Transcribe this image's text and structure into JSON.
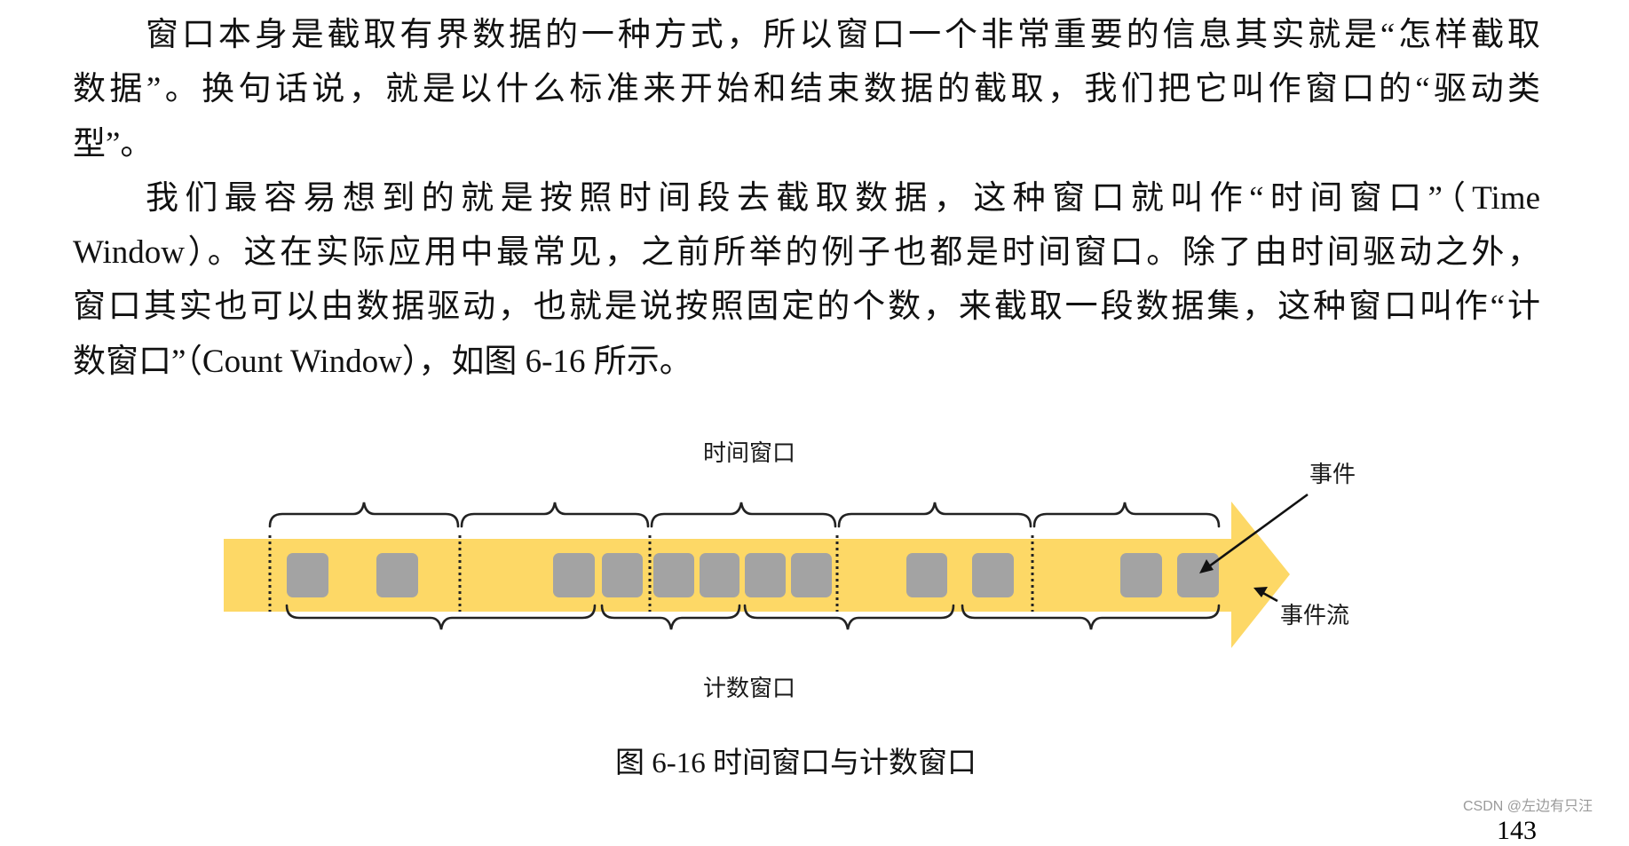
{
  "paragraphs": [
    {
      "lines": [
        "窗口本身是截取有界数据的一种方式，所以窗口一个非常重要的信息其实就是“怎样截取",
        "数据”。换句话说，就是以什么标准来开始和结束数据的截取，我们把它叫作窗口的“驱动类",
        "型”。"
      ]
    },
    {
      "lines": [
        "我们最容易想到的就是按照时间段去截取数据，这种窗口就叫作“时间窗口”（Time",
        "Window）。这在实际应用中最常见，之前所举的例子也都是时间窗口。除了由时间驱动之外，",
        "窗口其实也可以由数据驱动，也就是说按照固定的个数，来截取一段数据集，这种窗口叫作“计",
        "数窗口”（Count Window），如图 6-16 所示。"
      ]
    }
  ],
  "figure": {
    "labels": {
      "time_window": "时间窗口",
      "count_window": "计数窗口",
      "event": "事件",
      "event_stream": "事件流"
    },
    "colors": {
      "stream": "#FDD866",
      "event": "#A3A3A3",
      "line": "#1a1a1a"
    },
    "time_window_boundaries_x": [
      304,
      518,
      732,
      943,
      1163
    ],
    "events_x": [
      323,
      424,
      623,
      678,
      736,
      788,
      839,
      891,
      1021,
      1095,
      1262,
      1326
    ],
    "time_windows": [
      {
        "start": 304,
        "end": 516,
        "events": 2
      },
      {
        "start": 520,
        "end": 730,
        "events": 2
      },
      {
        "start": 734,
        "end": 941,
        "events": 4
      },
      {
        "start": 945,
        "end": 1161,
        "events": 2
      },
      {
        "start": 1165,
        "end": 1373,
        "events": 2
      }
    ],
    "count_windows": [
      {
        "start": 323,
        "end": 670,
        "events": 3
      },
      {
        "start": 678,
        "end": 833,
        "events": 3
      },
      {
        "start": 839,
        "end": 1074,
        "events": 3
      },
      {
        "start": 1084,
        "end": 1373,
        "events": 3
      }
    ]
  },
  "caption": "图 6-16  时间窗口与计数窗口",
  "watermark": "CSDN @左边有只汪",
  "page_number": "143"
}
